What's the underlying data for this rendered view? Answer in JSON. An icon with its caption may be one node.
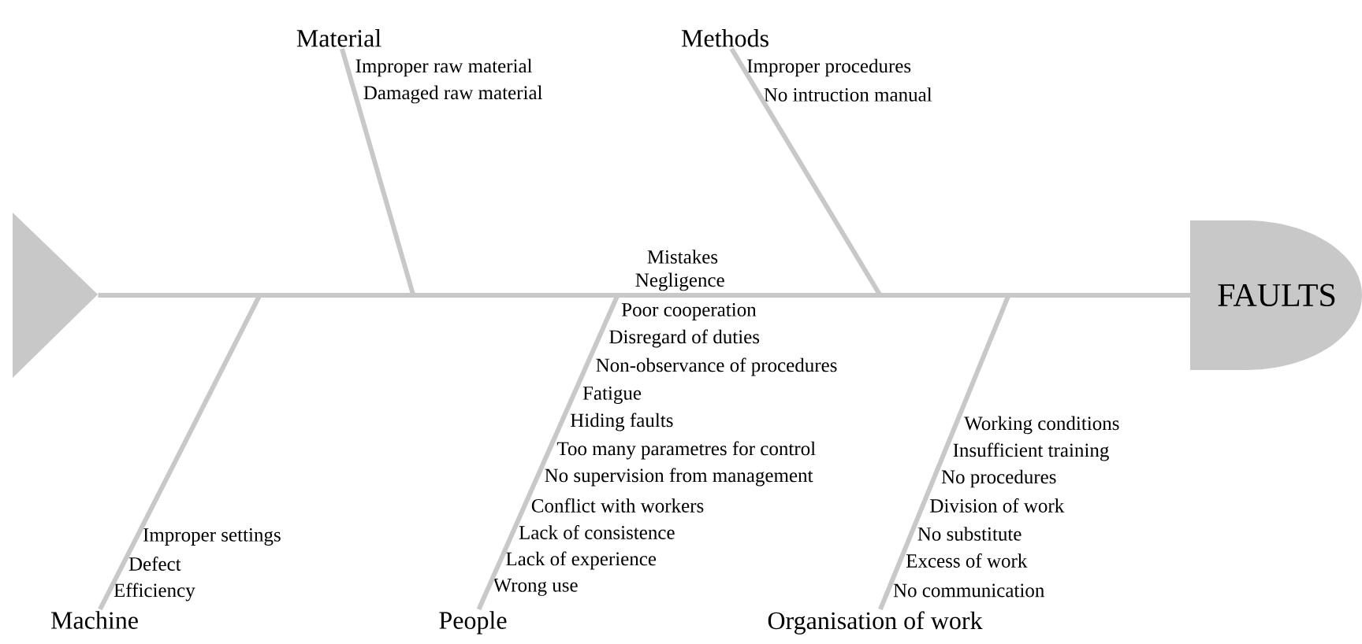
{
  "diagram": {
    "nodes": [
      {
        "text": [
          "Material"
        ],
        "beside": [
          "Improper raw material",
          "Damaged raw material"
        ]
      },
      {
        "text": [
          "Methods"
        ],
        "beside": [
          "Improper procedures",
          "No intruction manual"
        ]
      },
      {
        "text": [],
        "shape": "triangle"
      },
      {
        "text": [
          "FAULTS"
        ]
      },
      {
        "text": [
          "Machine"
        ],
        "beside": [
          "Improper settings",
          "Defect",
          "Efficiency"
        ]
      },
      {
        "text": [
          "People"
        ],
        "beside": [
          "Mistakes",
          "Negligence",
          "Poor cooperation",
          "Disregard of duties",
          "Non-observance of procedures",
          "Fatigue",
          "Hiding faults",
          "Too many parametres for control",
          "No supervision from management",
          "Conflict with workers",
          "Lack of consistence",
          "Lack of experience",
          "Wrong use"
        ]
      },
      {
        "text": [
          "Organisation of work"
        ],
        "beside": [
          "Working conditions",
          "Insufficient training",
          "No procedures",
          "Division of work",
          "No substitute",
          "Excess of work",
          "No communication"
        ]
      }
    ],
    "edges": [
      {
        "from": 2,
        "to": 3,
        "arrow": "none"
      },
      {
        "from": 0,
        "to": null,
        "arrow": "none"
      },
      {
        "from": 1,
        "to": null,
        "arrow": "none"
      },
      {
        "from": 4,
        "to": null,
        "arrow": "none"
      },
      {
        "from": 5,
        "to": null,
        "arrow": "none"
      },
      {
        "from": 6,
        "to": null,
        "arrow": "none"
      }
    ]
  }
}
